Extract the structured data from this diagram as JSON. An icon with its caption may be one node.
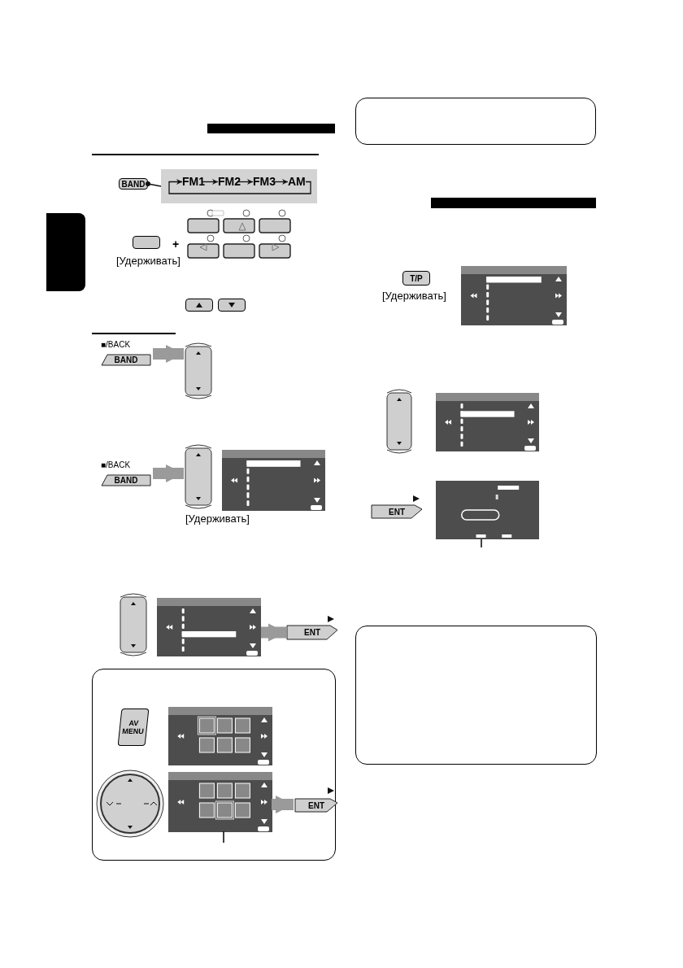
{
  "diagram": {
    "nodes": [
      {
        "text": [
          "BAND"
        ]
      },
      {
        "text": [],
        "shape": "box"
      },
      {
        "text": [
          "FM1"
        ],
        "in": 1
      },
      {
        "text": [
          "FM2"
        ],
        "in": 1
      },
      {
        "text": [
          "FM3"
        ],
        "in": 1
      },
      {
        "text": [
          "AM"
        ],
        "in": 1
      },
      {
        "text": [
          "■/BACK",
          "BAND"
        ]
      },
      {
        "text": [],
        "shape": "dial"
      },
      {
        "text": [
          "■/BACK",
          "BAND"
        ]
      },
      {
        "text": [],
        "shape": "dial",
        "beside": [
          "[Удерживать]"
        ]
      },
      {
        "text": [],
        "shape": "dial"
      },
      {
        "text": [],
        "shape": "screen"
      },
      {
        "text": [
          "ENT"
        ]
      },
      {
        "text": [],
        "shape": "box"
      },
      {
        "text": [
          "AV MENU"
        ],
        "in": 13
      },
      {
        "text": [],
        "shape": "dial",
        "in": 13
      },
      {
        "text": [],
        "shape": "screen",
        "in": 13
      },
      {
        "text": [
          "ENT"
        ],
        "in": 13
      },
      {
        "text": [],
        "shape": "box"
      },
      {
        "text": [
          "T/P"
        ],
        "beside": [
          "[Удерживать]"
        ]
      },
      {
        "text": [
          "ENT"
        ]
      },
      {
        "text": [],
        "shape": "box"
      },
      {
        "text": [],
        "shape": "tab"
      },
      {
        "text": [],
        "shape": "screen"
      },
      {
        "text": [],
        "shape": "screen",
        "in": 13
      },
      {
        "text": [],
        "shape": "screen"
      },
      {
        "text": [],
        "shape": "dial"
      },
      {
        "text": [],
        "shape": "screen"
      },
      {
        "text": [],
        "shape": "screen"
      }
    ],
    "edges": [
      {
        "from": 0,
        "to": 1,
        "arrow": "other"
      },
      {
        "from": 2,
        "to": 3,
        "arrow": "to"
      },
      {
        "from": 3,
        "to": 4,
        "arrow": "to"
      },
      {
        "from": 4,
        "to": 5,
        "arrow": "to"
      },
      {
        "from": 5,
        "to": 2,
        "arrow": "to"
      },
      {
        "from": 6,
        "to": 7,
        "arrow": "to",
        "style": "thick",
        "color": "#9a9a9a"
      },
      {
        "from": 8,
        "to": 9,
        "arrow": "to",
        "style": "thick",
        "color": "#9a9a9a"
      },
      {
        "from": 11,
        "to": 12,
        "arrow": "to",
        "style": "thick",
        "color": "#9a9a9a"
      },
      {
        "from": 24,
        "to": 17,
        "arrow": "to",
        "style": "thick",
        "color": "#9a9a9a"
      },
      {
        "from": null,
        "to": 28,
        "arrow": "none"
      },
      {
        "from": null,
        "to": 24,
        "arrow": "none"
      }
    ],
    "labels": [
      "+",
      "[Удерживать]"
    ]
  }
}
